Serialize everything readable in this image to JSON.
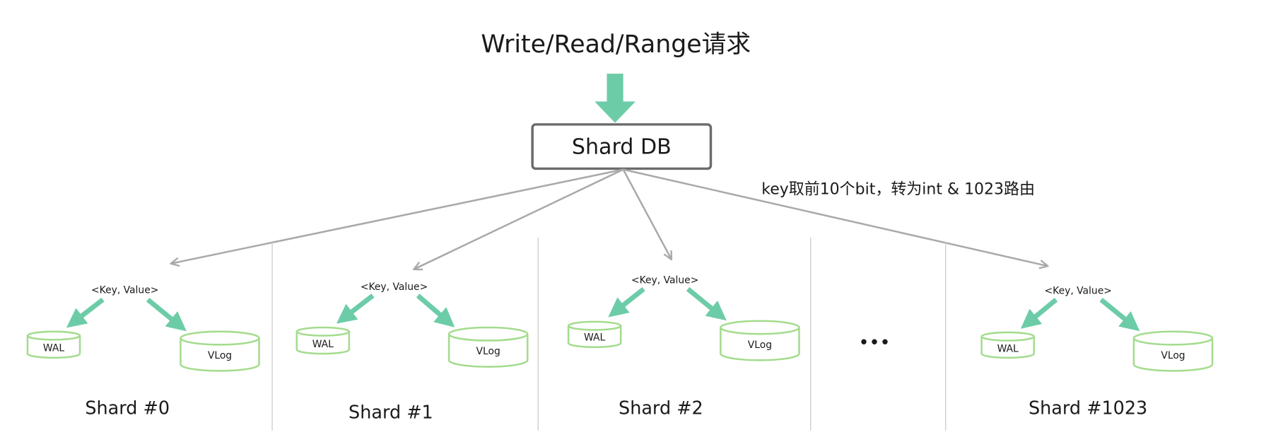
{
  "title": "Write/Read/Range请求",
  "db_label": "Shard DB",
  "routing_rule": "key取前10个bit，转为int & 1023路由",
  "ellipsis": "•••",
  "shards": [
    {
      "label": "Shard #0",
      "kv": "<Key, Value>",
      "wal": "WAL",
      "vlog": "VLog"
    },
    {
      "label": "Shard #1",
      "kv": "<Key, Value>",
      "wal": "WAL",
      "vlog": "VLog"
    },
    {
      "label": "Shard #2",
      "kv": "<Key, Value>",
      "wal": "WAL",
      "vlog": "VLog"
    },
    {
      "label": "Shard #1023",
      "kv": "<Key, Value>",
      "wal": "WAL",
      "vlog": "VLog"
    }
  ],
  "colors": {
    "accent_green": "#6dcca8",
    "cylinder_outline": "#a4dc8e",
    "connector_gray": "#a9a9a9"
  }
}
